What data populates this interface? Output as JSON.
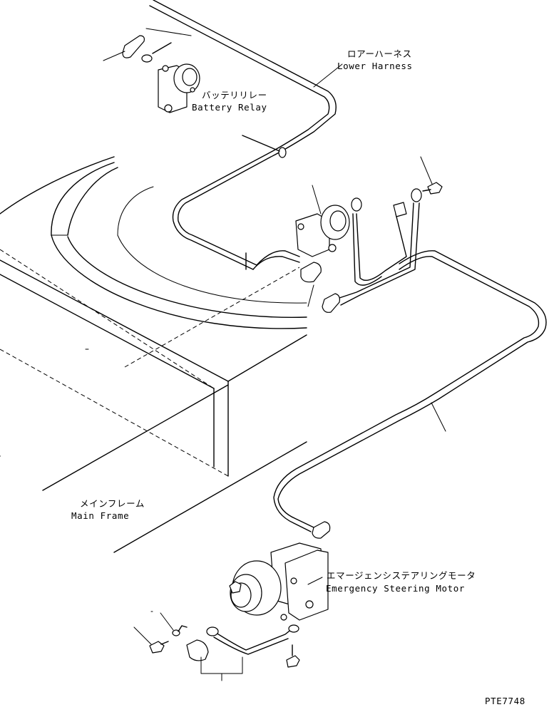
{
  "labels": {
    "lower_harness_ja": "ロアーハーネス",
    "lower_harness_en": "Lower Harness",
    "battery_relay_ja": "バッテリリレー",
    "battery_relay_en": "Battery Relay",
    "main_frame_ja": "メインフレーム",
    "main_frame_en": "Main Frame",
    "emergency_motor_ja": "エマージェンシステアリングモータ",
    "emergency_motor_en": "Emergency Steering Motor",
    "figure_code": "PTE7748"
  }
}
